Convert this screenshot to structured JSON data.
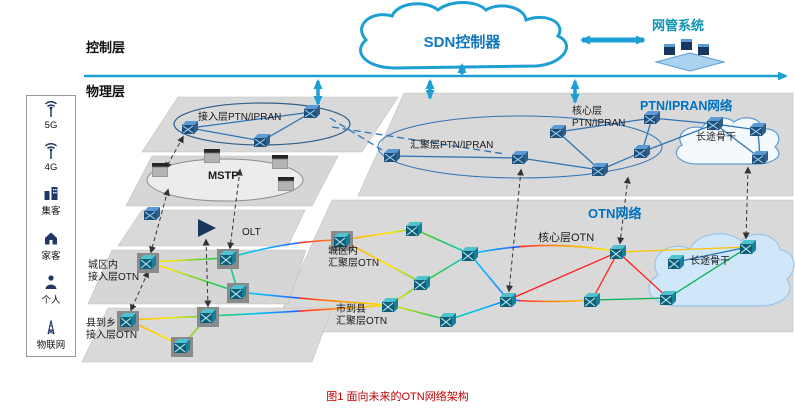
{
  "colors": {
    "accent_blue": "#1e9fd4",
    "ptn_link_blue": "#2e75b6",
    "network_label_blue": "#0070c0",
    "nms_teal": "#0f96b6",
    "caption_red": "#c00000",
    "plane_gray": "#d9d9d9"
  },
  "header": {
    "control_layer": "控制层",
    "physical_layer": "物理层",
    "sdn_controller": "SDN控制器",
    "nms_title": "网管系统"
  },
  "sidebar": {
    "items": [
      {
        "icon": "antenna-5g-icon",
        "label": "5G"
      },
      {
        "icon": "antenna-4g-icon",
        "label": "4G"
      },
      {
        "icon": "building-icon",
        "label": "集客"
      },
      {
        "icon": "home-icon",
        "label": "家客"
      },
      {
        "icon": "person-icon",
        "label": "个人"
      },
      {
        "icon": "iot-tower-icon",
        "label": "物联网"
      }
    ]
  },
  "ptn": {
    "network_label": "PTN/IPRAN网络",
    "access": "接入层PTN/IPRAN",
    "aggregation": "汇聚层PTN/IPRAN",
    "core": "核心层\nPTN/IPRAN",
    "longhaul": "长途骨干",
    "mstp": "MSTP",
    "olt": "OLT"
  },
  "otn": {
    "network_label": "OTN网络",
    "core": "核心层OTN",
    "urban_aggregation": "城区内\n汇聚层OTN",
    "city_county_aggregation": "市到县\n汇聚层OTN",
    "longhaul": "长途骨干",
    "urban_access": "城区内\n接入层OTN",
    "county_township_access": "县到乡\n接入层OTN"
  },
  "caption": "图1  面向未来的OTN网络架构"
}
